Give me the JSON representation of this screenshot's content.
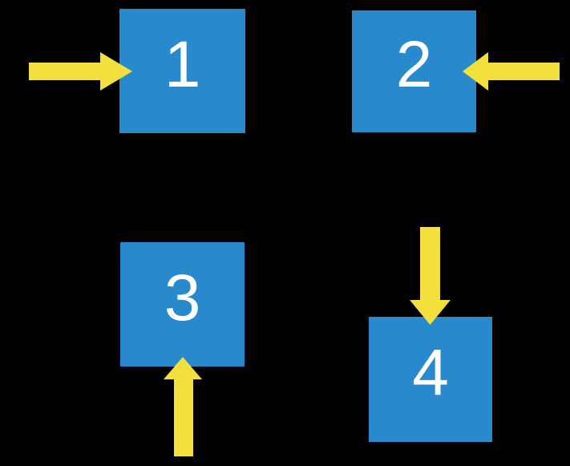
{
  "diagram_title": "four numbered boxes with directional arrows",
  "boxes": [
    {
      "label": "1",
      "arrow": "yellow arrow pointing right into the left side of box 1"
    },
    {
      "label": "2",
      "arrow": "yellow arrow pointing left into the right side of box 2"
    },
    {
      "label": "3",
      "arrow": "yellow arrow pointing up into the bottom side of box 3"
    },
    {
      "label": "4",
      "arrow": "yellow arrow pointing down into the top side of box 4"
    }
  ],
  "colors": {
    "background": "#000000",
    "box_fill": "#2889CC",
    "arrow_fill": "#F3E03C",
    "label_color": "#FFFFFF"
  }
}
